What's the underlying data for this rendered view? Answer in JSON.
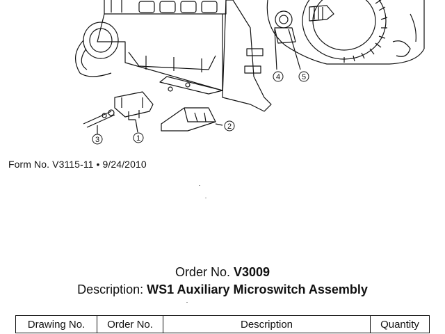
{
  "drawing": {
    "callouts": [
      "1",
      "2",
      "3",
      "4",
      "5"
    ]
  },
  "form_line": "Form No. V3115-11 • 9/24/2010",
  "order": {
    "label": "Order No.",
    "value": "V3009"
  },
  "description": {
    "label": "Description:",
    "value": "WS1 Auxiliary Microswitch Assembly"
  },
  "table": {
    "headers": [
      "Drawing No.",
      "Order No.",
      "Description",
      "Quantity"
    ]
  }
}
